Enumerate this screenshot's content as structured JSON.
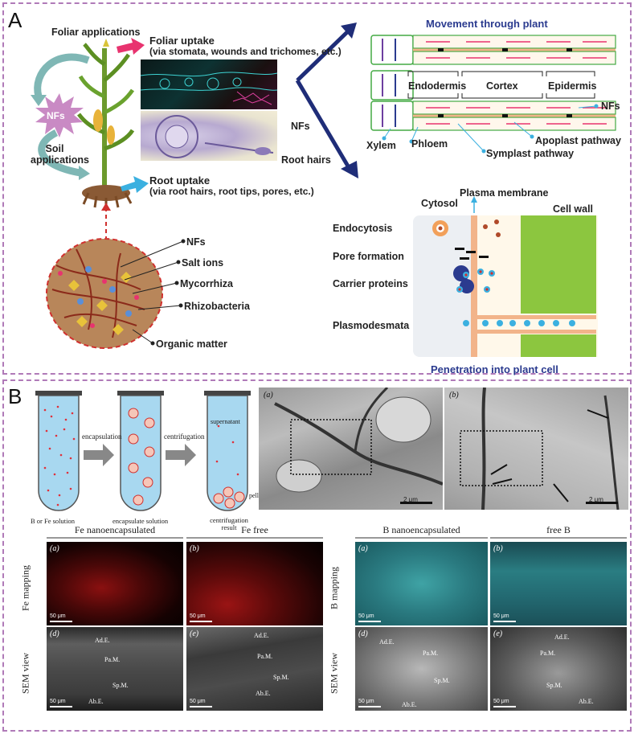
{
  "panel_a": {
    "label": "A",
    "foliar_applications": "Foliar applications",
    "nfs_burst": "NFs",
    "soil_applications": "Soil applications",
    "foliar_uptake": "Foliar uptake",
    "foliar_uptake_detail": "(via stomata, wounds and trichomes, etc.)",
    "nfs_micro": "NFs",
    "root_hairs": "Root hairs",
    "root_uptake": "Root uptake",
    "root_uptake_detail": "(via root hairs, root tips, pores, etc.)",
    "soil_labels": [
      "NFs",
      "Salt ions",
      "Mycorrhiza",
      "Rhizobacteria",
      "Organic matter"
    ],
    "movement_title": "Movement through plant",
    "tissues": [
      "Endodermis",
      "Cortex",
      "Epidermis"
    ],
    "nfs_right": "NFs",
    "xylem": "Xylem",
    "phloem": "Phloem",
    "apoplast": "Apoplast pathway",
    "symplast": "Symplast pathway",
    "cytosol": "Cytosol",
    "plasma_membrane": "Plasma membrane",
    "cell_wall": "Cell wall",
    "mechanisms": [
      "Endocytosis",
      "Pore formation",
      "Carrier proteins",
      "Plasmodesmata"
    ],
    "penetration_title": "Penetration into plant cell"
  },
  "panel_b": {
    "label": "B",
    "encapsulation": "encapsulation",
    "centrifugation": "centrifugation",
    "supernatant": "supernatant",
    "pellet": "pellet",
    "tube1_caption": "B or Fe solution",
    "tube2_caption": "encapsulate solution",
    "tube3_caption": "centrifugation result",
    "tem_labels": [
      "(a)",
      "(b)"
    ],
    "tem_scale": "2 μm",
    "fe_heads": [
      "Fe nanoencapsulated",
      "Fe free"
    ],
    "b_heads": [
      "B nanoencapsulated",
      "free B"
    ],
    "fe_mapping": "Fe mapping",
    "b_mapping": "B mapping",
    "sem_view": "SEM view",
    "sub_top": [
      "(a)",
      "(b)"
    ],
    "sub_bottom": [
      "(d)",
      "(e)"
    ],
    "sem_tissues": [
      "Ad.E.",
      "Pa.M.",
      "Sp.M.",
      "Ab.E."
    ],
    "micro_scale": "50 μm"
  },
  "colors": {
    "frame": "#b07ab8",
    "nf_burst": "#c98ac4",
    "arrow_pink": "#e8336f",
    "arrow_blue": "#3bb0e0",
    "navy": "#1f2d78",
    "cell_wall_green": "#8cc63f",
    "membrane_orange": "#f2b48a"
  }
}
